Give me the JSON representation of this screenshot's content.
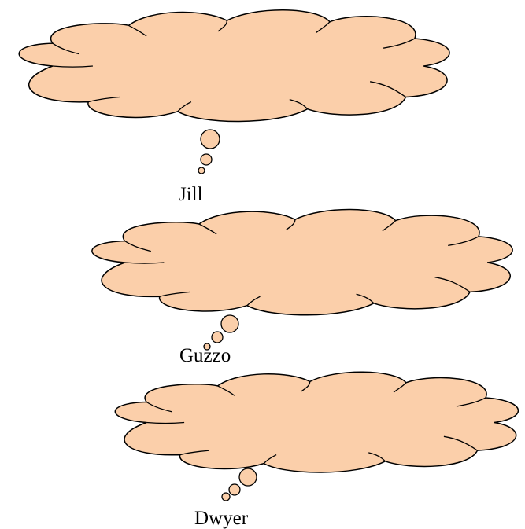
{
  "colors": {
    "cloud_fill": "#FBCFAA",
    "outline": "#000000",
    "background": "#FFFFFF",
    "text": "#000000"
  },
  "shape": "thought-bubble",
  "bubbles": [
    {
      "speaker": "Jill"
    },
    {
      "speaker": "Guzzo"
    },
    {
      "speaker": "Dwyer"
    }
  ]
}
